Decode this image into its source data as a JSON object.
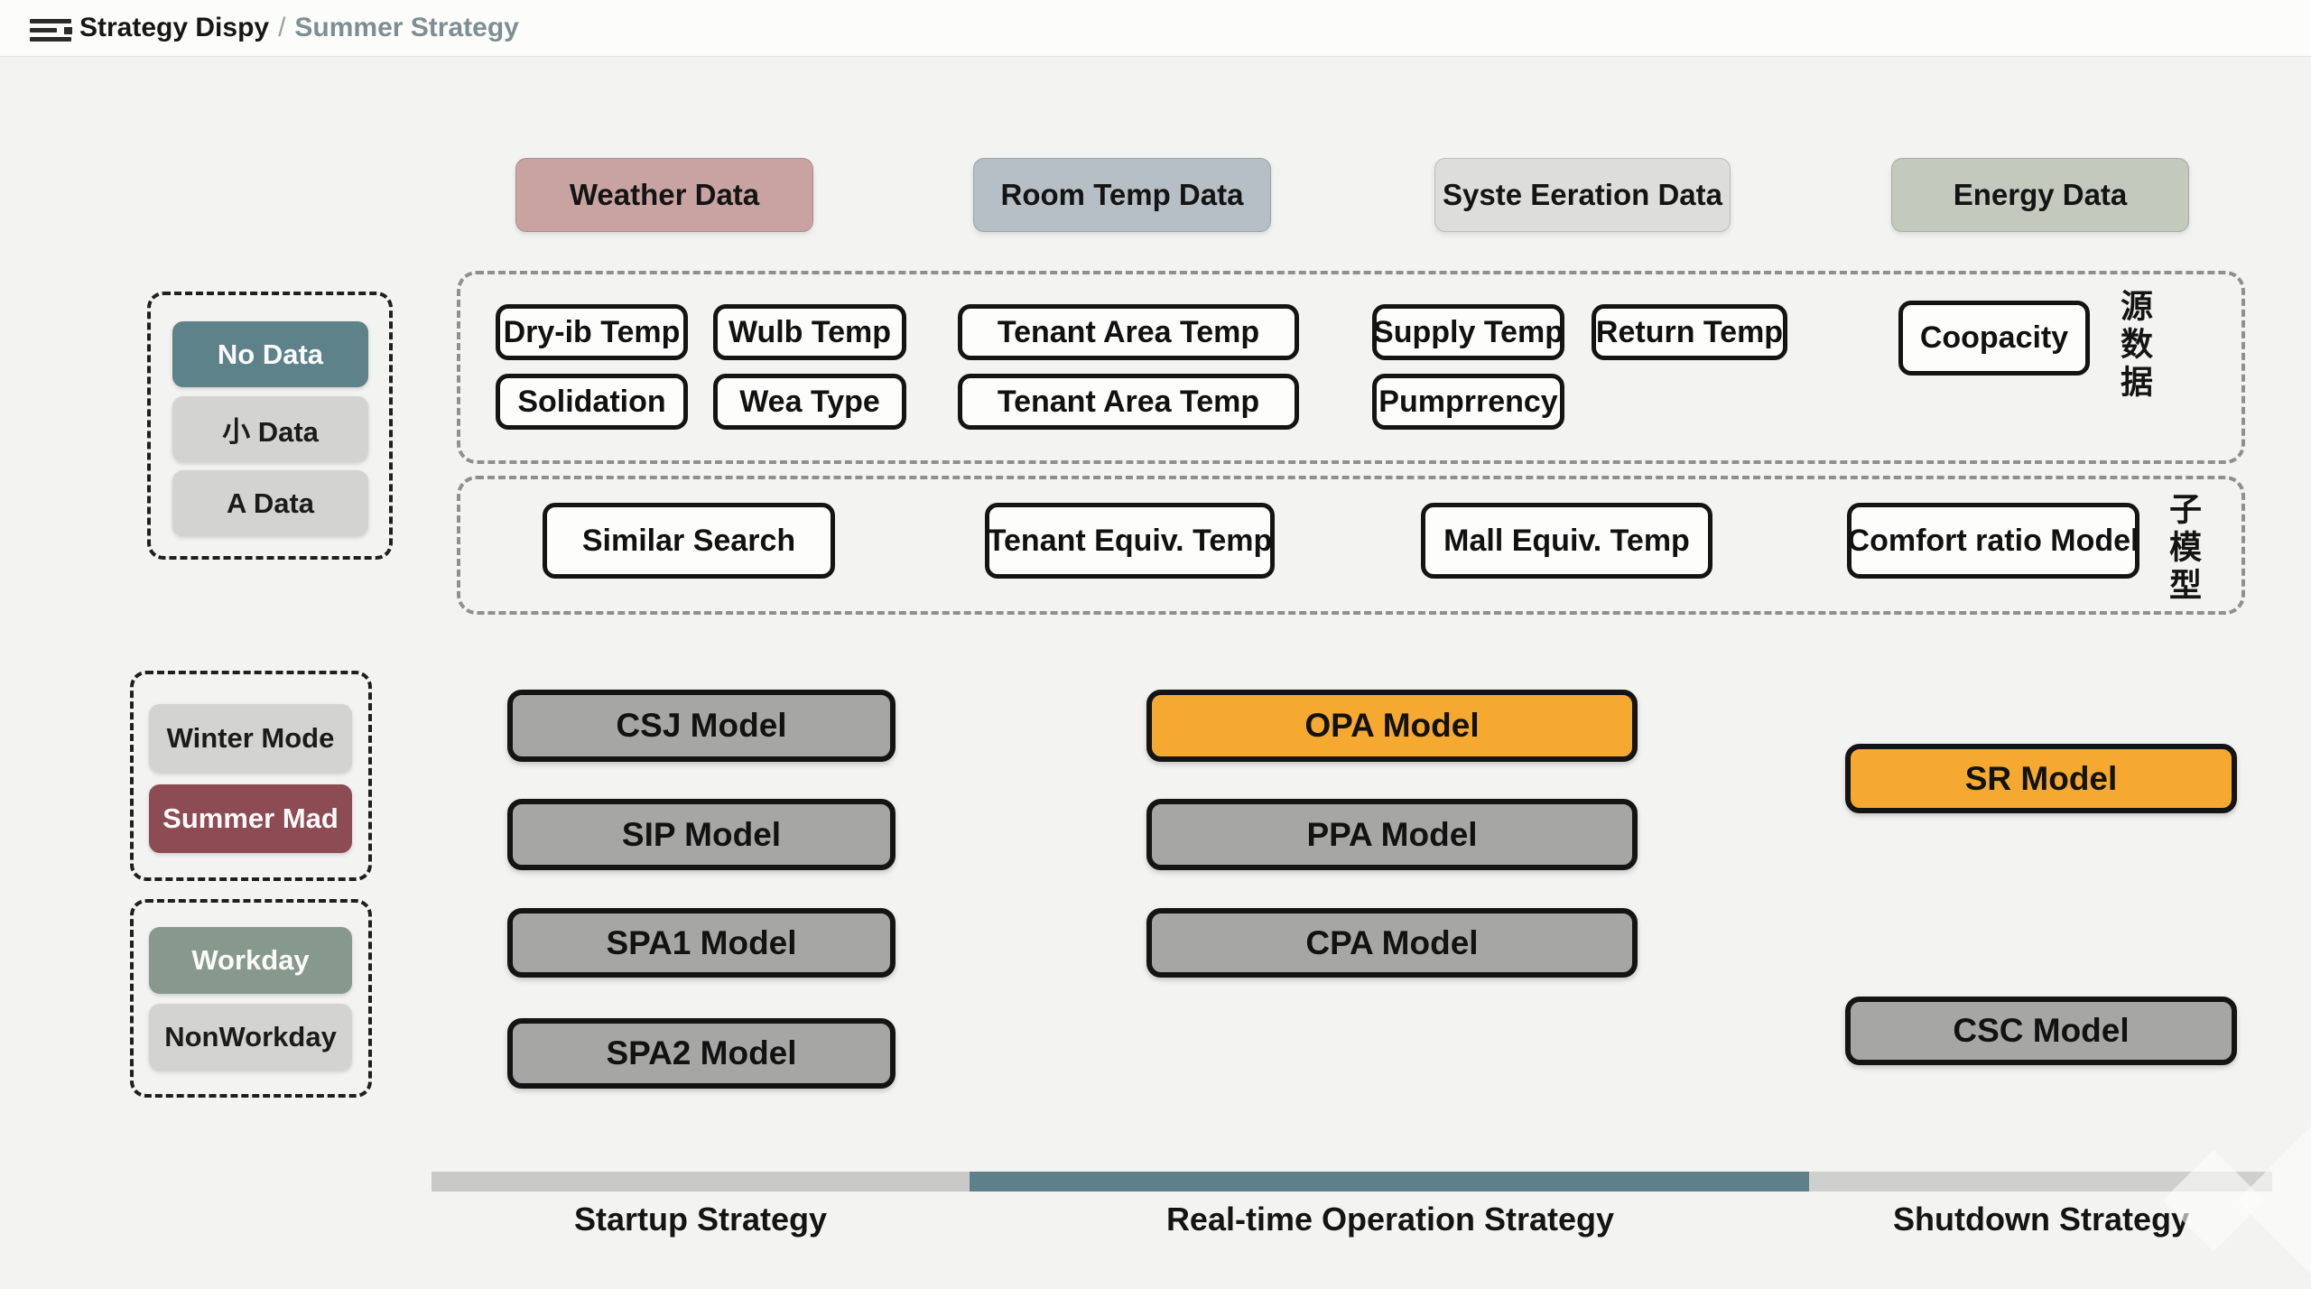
{
  "topbar": {
    "title": "Strategy Dispy",
    "separator": "/",
    "subtitle": "Summer Strategy"
  },
  "header_boxes": [
    "Weather Data",
    "Room Temp Data",
    "Syste Eeration Data",
    "Energy Data"
  ],
  "source_section": {
    "vertical_label": "源数据",
    "row1": [
      "Dry-ib Temp",
      "Wulb Temp",
      "Tenant Area Temp",
      "Supply Temp",
      "Return Temp",
      "Coopacity"
    ],
    "row2": [
      "Solidation",
      "Wea Type",
      "Tenant Area Temp",
      "Pumprrency"
    ]
  },
  "submodel_section": {
    "vertical_label": "子模型",
    "items": [
      "Similar Search",
      "Tenant Equiv. Temp",
      "Mall Equiv. Temp",
      "Comfort ratio Model"
    ]
  },
  "left_panels": {
    "data_group": [
      "No Data",
      "小 Data",
      "A Data"
    ],
    "season_group": [
      "Winter Mode",
      "Summer Mad"
    ],
    "workday_group": [
      "Workday",
      "NonWorkday"
    ]
  },
  "models": {
    "startup": [
      "CSJ Model",
      "SIP Model",
      "SPA1 Model",
      "SPA2 Model"
    ],
    "realtime": [
      "OPA Model",
      "PPA Model",
      "CPA Model"
    ],
    "shutdown": [
      "SR Model",
      "CSC Model"
    ]
  },
  "bottom": {
    "labels": [
      "Startup Strategy",
      "Real-time Operation Strategy",
      "Shutdown Strategy"
    ]
  },
  "colors": {
    "page_bg": "#f3f3f1",
    "weather": "#c9a3a2",
    "room_temp": "#b5bfc5",
    "system_operation": "#dddddb",
    "energy": "#c3c9bc",
    "selected_teal": "#5e8289",
    "chip_gray": "#d3d3d1",
    "summer_maroon": "#8d4b54",
    "workday_sage": "#87998c",
    "model_gray": "#a6a6a4",
    "model_orange": "#f5a930",
    "bar_gray": "#c9c9c7",
    "bar_teal": "#5d808a",
    "bar_light": "#cfcfcd"
  }
}
